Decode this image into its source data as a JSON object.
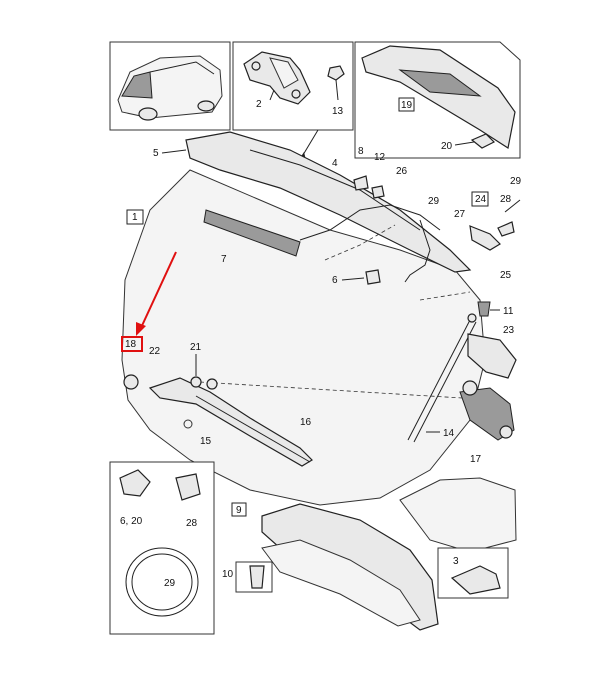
{
  "labels": {
    "l1": "1",
    "l2": "2",
    "l3": "3",
    "l4": "4",
    "l5": "5",
    "l6": "6",
    "l6b": "6",
    "l7": "7",
    "l8": "8",
    "l9": "9",
    "l10": "10",
    "l11": "11",
    "l12": "12",
    "l13": "13",
    "l14": "14",
    "l15": "15",
    "l16": "16",
    "l17": "17",
    "l18": "18",
    "l19": "19",
    "l20": "20",
    "l21": "21",
    "l22": "22",
    "l23": "23",
    "l24": "24",
    "l25": "25",
    "l26": "26",
    "l27": "27",
    "l28": "28",
    "l28b": "28",
    "l29": "29",
    "l29b": "29",
    "l620": "6, 20"
  },
  "highlight": {
    "part": "18",
    "color": "#e01010"
  },
  "icons": [
    "car-thumbnail-icon",
    "hinge-icon",
    "spoiler-icon",
    "wiper-motor-icon",
    "screw-icon"
  ]
}
